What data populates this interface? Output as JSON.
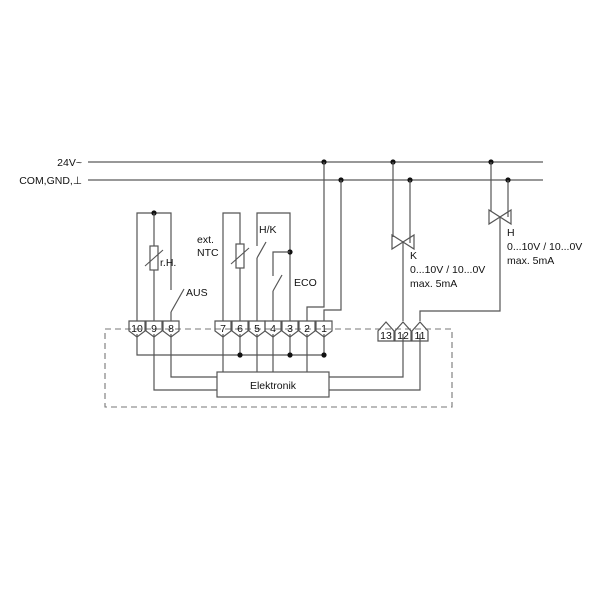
{
  "rails": {
    "supply": "24V~",
    "common": "COM,GND,⊥"
  },
  "components": {
    "humidity_sensor": "r.H.",
    "aus_switch": "AUS",
    "ext_ntc_line1": "ext.",
    "ext_ntc_line2": "NTC",
    "hk_switch": "H/K",
    "eco_switch": "ECO",
    "electronics_box": "Elektronik",
    "valve_k_name": "K",
    "valve_k_range": "0...10V / 10...0V",
    "valve_k_current": "max. 5mA",
    "valve_h_name": "H",
    "valve_h_range": "0...10V / 10...0V",
    "valve_h_current": "max. 5mA"
  },
  "terminals": {
    "t10": "10",
    "t9": "9",
    "t8": "8",
    "t7": "7",
    "t6": "6",
    "t5": "5",
    "t4": "4",
    "t3": "3",
    "t2": "2",
    "t1": "1",
    "t13": "13",
    "t12": "12",
    "t11": "11"
  },
  "colors": {
    "line": "#555555",
    "text": "#111111"
  }
}
